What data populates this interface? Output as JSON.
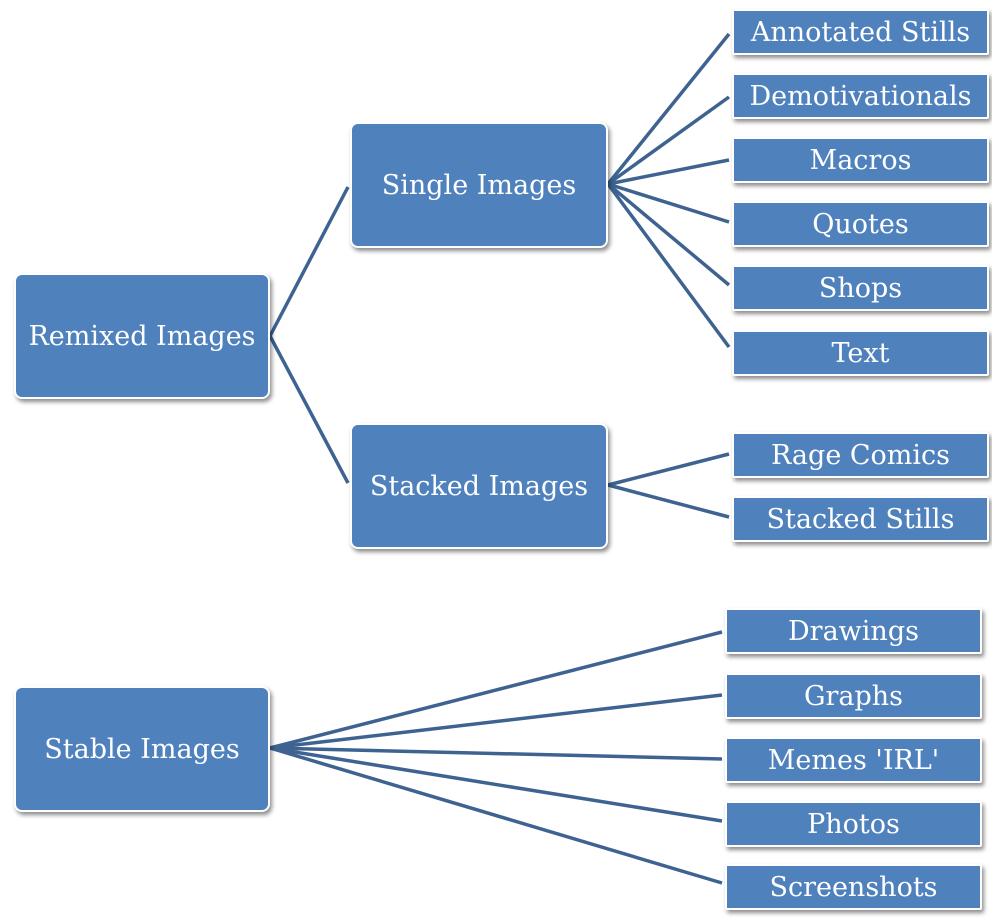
{
  "diagram": {
    "remixed": {
      "label": "Remixed Images"
    },
    "single": {
      "label": "Single Images"
    },
    "stacked": {
      "label": "Stacked Images"
    },
    "stable": {
      "label": "Stable Images"
    },
    "single_children": [
      {
        "label": "Annotated Stills"
      },
      {
        "label": "Demotivationals"
      },
      {
        "label": "Macros"
      },
      {
        "label": "Quotes"
      },
      {
        "label": "Shops"
      },
      {
        "label": "Text"
      }
    ],
    "stacked_children": [
      {
        "label": "Rage Comics"
      },
      {
        "label": "Stacked Stills"
      }
    ],
    "stable_children": [
      {
        "label": "Drawings"
      },
      {
        "label": "Graphs"
      },
      {
        "label": "Memes 'IRL'"
      },
      {
        "label": "Photos"
      },
      {
        "label": "Screenshots"
      }
    ],
    "colors": {
      "node_fill": "#4f81bd",
      "node_border": "#ffffff",
      "connector": "#3e6391",
      "text": "#ffffff"
    }
  }
}
